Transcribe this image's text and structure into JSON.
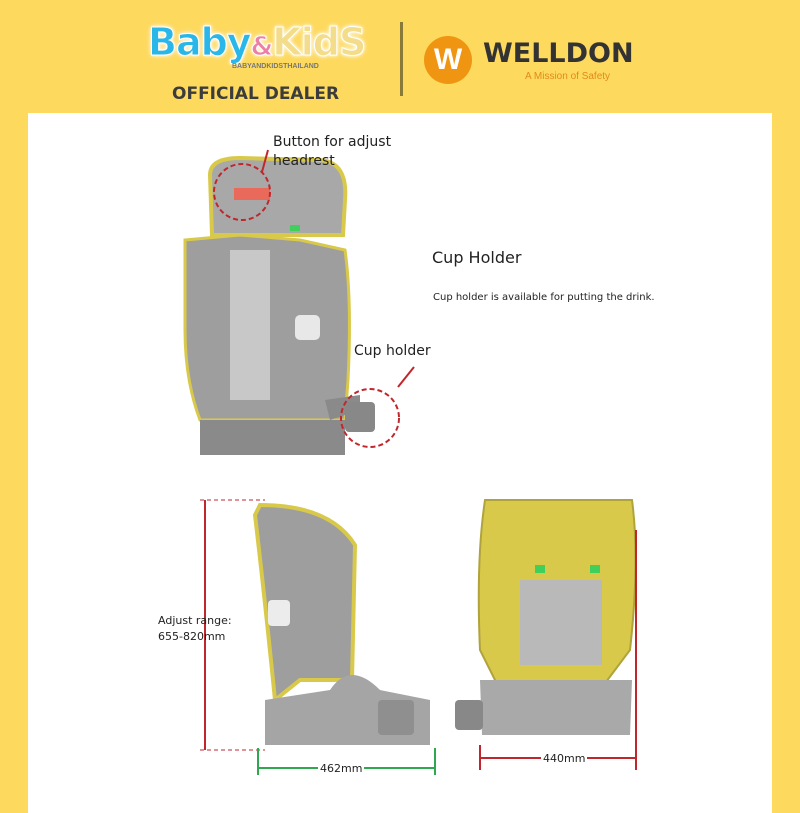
{
  "header": {
    "babykids_logo": {
      "part1": "Baby",
      "amp": "&",
      "part2": "KidS",
      "subtitle": "BABYANDKIDSTHAILAND"
    },
    "dealer_label": "OFFICIAL DEALER",
    "welldon_logo": {
      "mark": "W",
      "name": "WELLDON",
      "tagline": "A Mission of Safety"
    }
  },
  "callouts": {
    "headrest_button": "Button for adjust headrest",
    "cup_holder": "Cup holder"
  },
  "feature": {
    "title": "Cup Holder",
    "description": "Cup holder is available for putting the drink."
  },
  "dimensions": {
    "adjust_range_label": "Adjust range:",
    "adjust_range_value": "655-820mm",
    "depth": "462mm",
    "width": "440mm"
  },
  "colors": {
    "background": "#fdd95e",
    "seat_gray": "#9a9a9a",
    "seat_yellow": "#d9c94a",
    "dimension_red": "#c0272d",
    "dimension_green": "#2fa84f"
  }
}
